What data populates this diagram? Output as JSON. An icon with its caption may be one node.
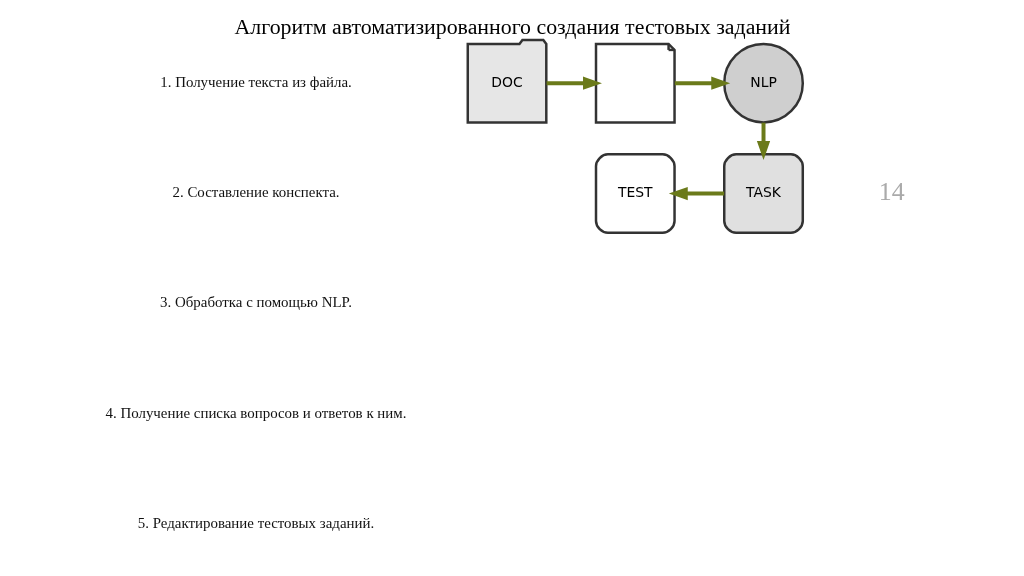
{
  "diagram": {
    "title": "Алгоритм автоматизированного создания тестовых заданий",
    "nodes": [
      {
        "text": [
          "DOC"
        ]
      },
      {
        "text": [],
        "shape": "picture"
      },
      {
        "text": [
          "NLP"
        ]
      },
      {
        "text": [
          "TASK"
        ]
      },
      {
        "text": [
          "TEST"
        ]
      }
    ],
    "edges": [
      {
        "from": 0,
        "to": 1,
        "arrow": "to"
      },
      {
        "from": 1,
        "to": 2,
        "arrow": "to"
      },
      {
        "from": 2,
        "to": 3,
        "arrow": "to"
      },
      {
        "from": 3,
        "to": 4,
        "arrow": "to"
      }
    ],
    "labels": [
      "1. Получение текста из файла.",
      "2. Составление конспекта.",
      "3. Обработка с помощью NLP.",
      "4. Получение списка вопросов и ответов к ним.",
      "5. Редактирование тестовых заданий.",
      "14"
    ]
  }
}
